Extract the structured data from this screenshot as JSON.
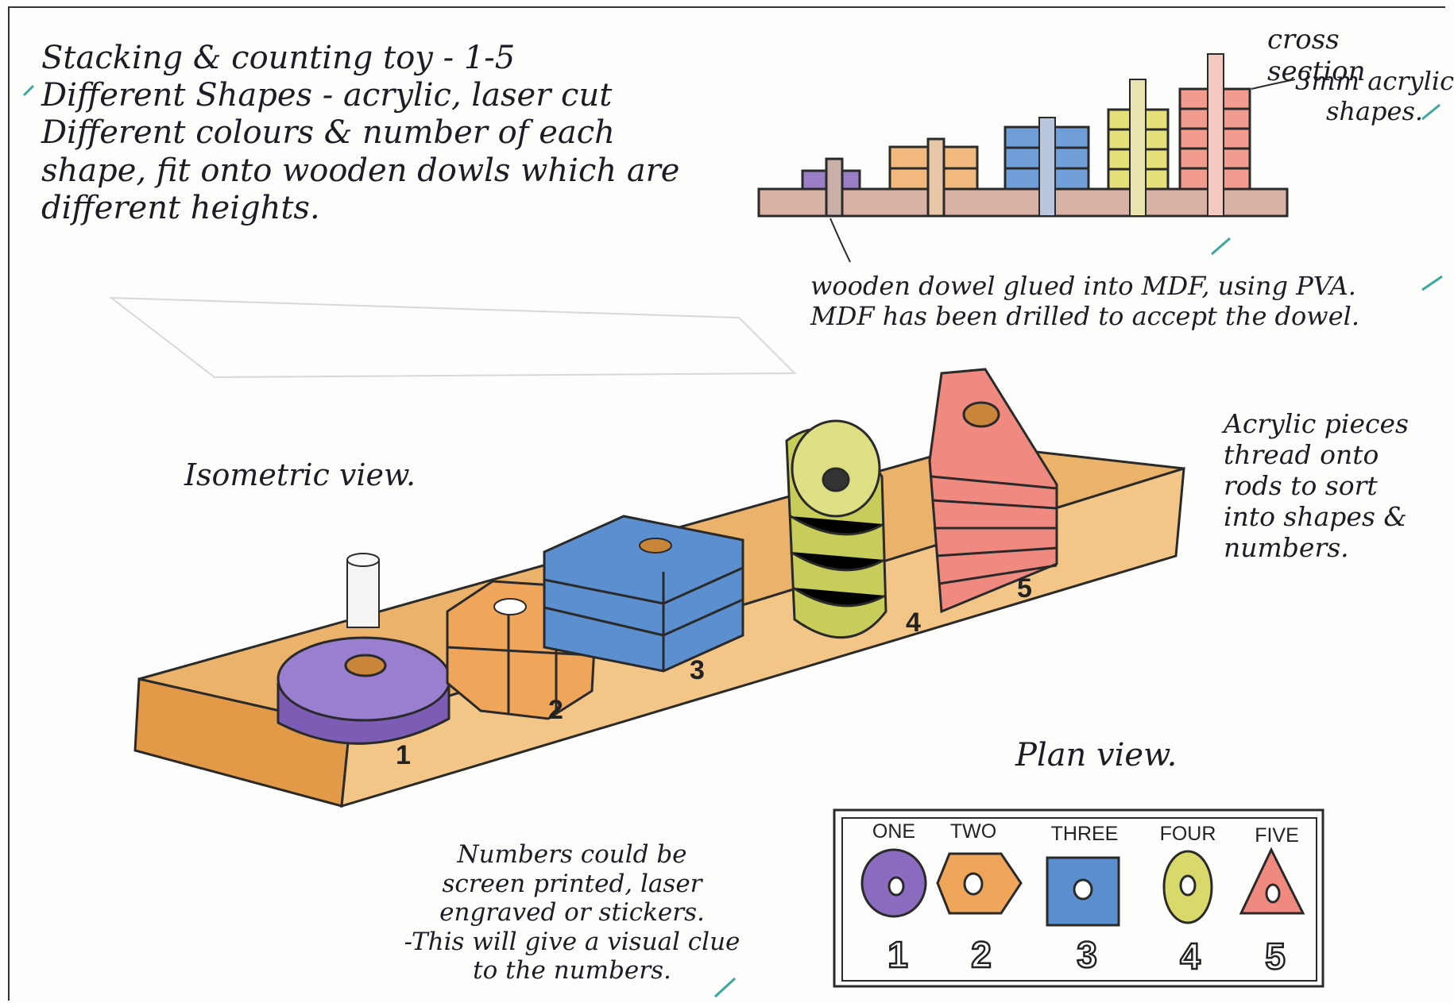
{
  "notes": {
    "intro": "Stacking & counting toy - 1-5\nDifferent Shapes - acrylic, laser cut\nDifferent colours & number of each\nshape, fit onto wooden dowls which are\ndifferent heights.",
    "cross_section": "cross section",
    "acrylic_shapes": "3mm acrylic\nshapes.",
    "dowel": "wooden dowel glued into MDF, using PVA.\nMDF has been drilled to accept the dowel.",
    "isometric": "Isometric view.",
    "acrylic_pieces": "Acrylic pieces\nthread onto\nrods to sort\ninto shapes &\nnumbers.",
    "plan": "Plan view.",
    "numbers": "Numbers could be\nscreen printed, laser\nengraved or stickers.\n-This will give a visual clue\nto the numbers."
  },
  "iso_numbers": [
    "1",
    "2",
    "3",
    "4",
    "5"
  ],
  "plan_view": {
    "words": [
      "ONE",
      "TWO",
      "THREE",
      "FOUR",
      "FIVE"
    ],
    "numbers": [
      "1",
      "2",
      "3",
      "4",
      "5"
    ]
  },
  "colors": {
    "purple": "#8a6bc0",
    "orange": "#f0a65a",
    "blue": "#5b8fd0",
    "yellow": "#d8d96a",
    "red": "#f08a80",
    "wood": "#eab26a"
  }
}
